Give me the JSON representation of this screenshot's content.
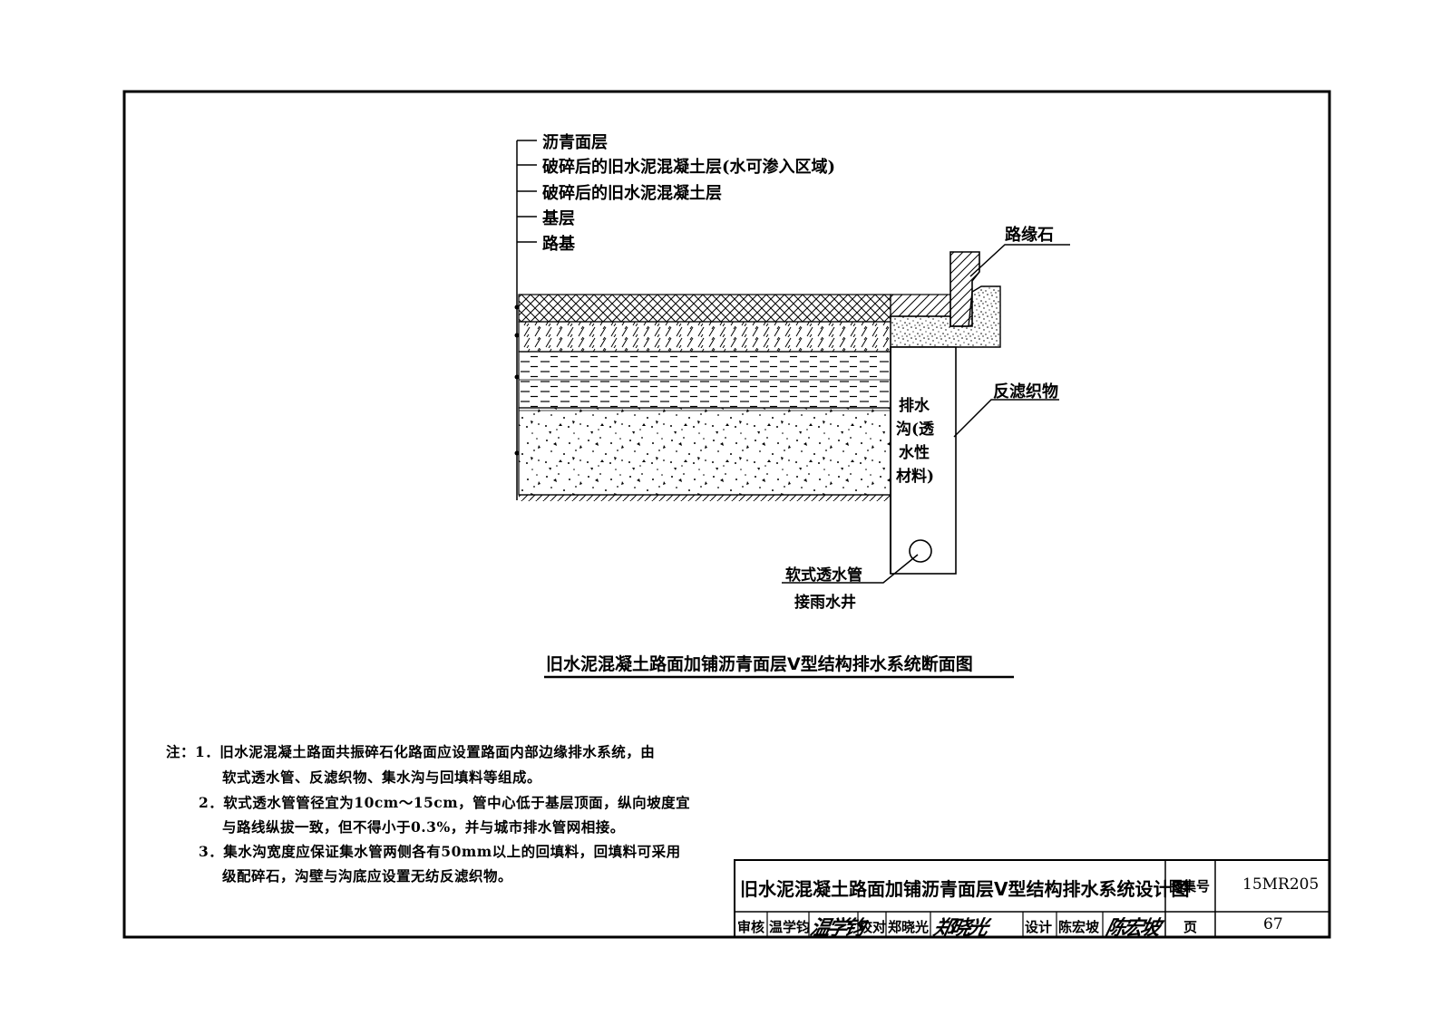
{
  "drawing": {
    "layer_labels": [
      "沥青面层",
      "破碎后的旧水泥混凝土层(水可渗入区域)",
      "破碎后的旧水泥混凝土层",
      "基层",
      "路基"
    ],
    "curb_label": "路缘石",
    "trench_label_lines": [
      "排水",
      "沟(透",
      "水性",
      "材料)"
    ],
    "fabric_label": "反滤织物",
    "pipe_label": "软式透水管",
    "pipe_sublabel": "接雨水井",
    "figure_title": "旧水泥混凝土路面加铺沥青面层V型结构排水系统断面图"
  },
  "notes": {
    "lines": [
      "注：1．旧水泥混凝土路面共振碎石化路面应设置路面内部边缘排水系统，由",
      "软式透水管、反滤织物、集水沟与回填料等组成。",
      "2．软式透水管管径宜为10cm～15cm，管中心低于基层顶面，纵向坡度宜",
      "与路线纵拔一致，但不得小于0.3%，并与城市排水管网相接。",
      "3．集水沟宽度应保证集水管两侧各有50mm以上的回填料，回填料可采用",
      "级配碎石，沟壁与沟底应设置无纺反滤织物。"
    ]
  },
  "title_block": {
    "title": "旧水泥混凝土路面加铺沥青面层V型结构排水系统设计图",
    "atlas_no_label": "图集号",
    "atlas_no": "15MR205",
    "review_label": "审核",
    "reviewer": "温学钧",
    "reviewer_sig": "温学钧",
    "check_label": "校对",
    "checker": "郑晓光",
    "checker_sig": "郑晓光",
    "design_label": "设计",
    "designer": "陈宏坡",
    "designer_sig": "陈宏坡",
    "page_label": "页",
    "page": "67"
  }
}
